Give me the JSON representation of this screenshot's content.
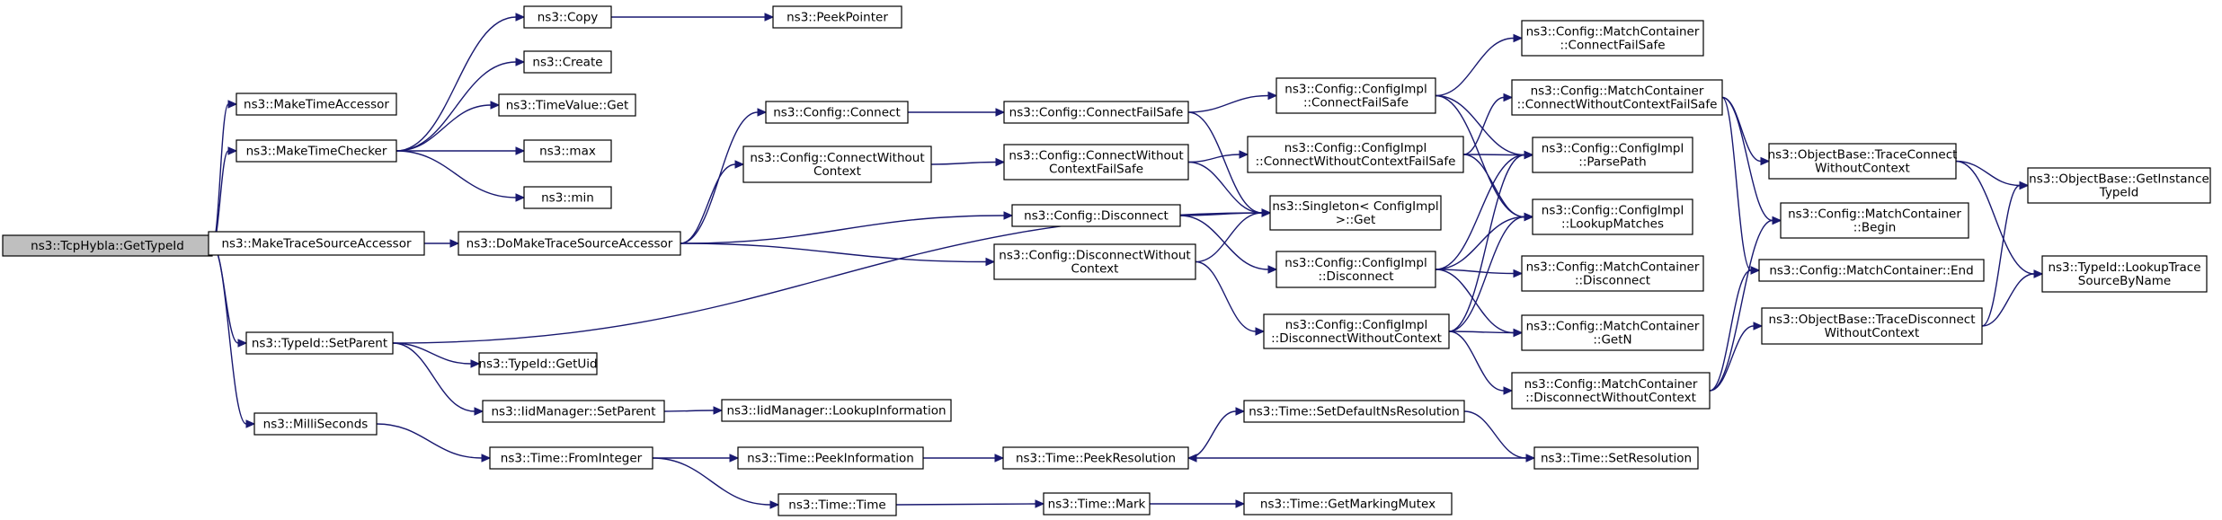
{
  "colors": {
    "edge": "#191970",
    "root_fill": "#bfbfbf",
    "node_fill": "#ffffff",
    "node_border": "#000000"
  },
  "nodes": [
    {
      "id": "getTypeId",
      "label": "ns3::TcpHybla::GetTypeId",
      "root": true
    },
    {
      "id": "makeTimeAccessor",
      "label": "ns3::MakeTimeAccessor"
    },
    {
      "id": "makeTimeChecker",
      "label": "ns3::MakeTimeChecker"
    },
    {
      "id": "makeTraceSourceAccessor",
      "label": "ns3::MakeTraceSourceAccessor"
    },
    {
      "id": "typeIdSetParent",
      "label": "ns3::TypeId::SetParent"
    },
    {
      "id": "milliSeconds",
      "label": "ns3::MilliSeconds"
    },
    {
      "id": "copy",
      "label": "ns3::Copy"
    },
    {
      "id": "create",
      "label": "ns3::Create"
    },
    {
      "id": "timeValueGet",
      "label": "ns3::TimeValue::Get"
    },
    {
      "id": "max",
      "label": "ns3::max"
    },
    {
      "id": "min",
      "label": "ns3::min"
    },
    {
      "id": "peekPointer",
      "label": "ns3::PeekPointer"
    },
    {
      "id": "doMakeTraceSourceAccessor",
      "label": "ns3::DoMakeTraceSourceAccessor"
    },
    {
      "id": "configConnect",
      "label": "ns3::Config::Connect"
    },
    {
      "id": "configConnectWithoutContext",
      "label": [
        "ns3::Config::ConnectWithout",
        "Context"
      ]
    },
    {
      "id": "configDisconnect",
      "label": "ns3::Config::Disconnect"
    },
    {
      "id": "configDisconnectWithoutContext",
      "label": [
        "ns3::Config::DisconnectWithout",
        "Context"
      ]
    },
    {
      "id": "configConnectFailSafe",
      "label": "ns3::Config::ConnectFailSafe"
    },
    {
      "id": "configConnectWithoutContextFailSafe",
      "label": [
        "ns3::Config::ConnectWithout",
        "ContextFailSafe"
      ]
    },
    {
      "id": "implConnectFailSafe",
      "label": [
        "ns3::Config::ConfigImpl",
        "::ConnectFailSafe"
      ]
    },
    {
      "id": "implConnectWithoutContextFailSafe",
      "label": [
        "ns3::Config::ConfigImpl",
        "::ConnectWithoutContextFailSafe"
      ]
    },
    {
      "id": "singletonGet",
      "label": [
        "ns3::Singleton< ConfigImpl",
        ">::Get"
      ]
    },
    {
      "id": "implDisconnect",
      "label": [
        "ns3::Config::ConfigImpl",
        "::Disconnect"
      ]
    },
    {
      "id": "implDisconnectWithoutContext",
      "label": [
        "ns3::Config::ConfigImpl",
        "::DisconnectWithoutContext"
      ]
    },
    {
      "id": "mcConnectFailSafe",
      "label": [
        "ns3::Config::MatchContainer",
        "::ConnectFailSafe"
      ]
    },
    {
      "id": "mcConnectWithoutContextFailSafe",
      "label": [
        "ns3::Config::MatchContainer",
        "::ConnectWithoutContextFailSafe"
      ]
    },
    {
      "id": "implParsePath",
      "label": [
        "ns3::Config::ConfigImpl",
        "::ParsePath"
      ]
    },
    {
      "id": "implLookupMatches",
      "label": [
        "ns3::Config::ConfigImpl",
        "::LookupMatches"
      ]
    },
    {
      "id": "mcDisconnect",
      "label": [
        "ns3::Config::MatchContainer",
        "::Disconnect"
      ]
    },
    {
      "id": "mcGetN",
      "label": [
        "ns3::Config::MatchContainer",
        "::GetN"
      ]
    },
    {
      "id": "mcDisconnectWithoutContext",
      "label": [
        "ns3::Config::MatchContainer",
        "::DisconnectWithoutContext"
      ]
    },
    {
      "id": "obTraceConnectWithoutContext",
      "label": [
        "ns3::ObjectBase::TraceConnect",
        "WithoutContext"
      ]
    },
    {
      "id": "mcBegin",
      "label": [
        "ns3::Config::MatchContainer",
        "::Begin"
      ]
    },
    {
      "id": "mcEnd",
      "label": "ns3::Config::MatchContainer::End"
    },
    {
      "id": "obTraceDisconnectWithoutContext",
      "label": [
        "ns3::ObjectBase::TraceDisconnect",
        "WithoutContext"
      ]
    },
    {
      "id": "obGetInstanceTypeId",
      "label": [
        "ns3::ObjectBase::GetInstance",
        "TypeId"
      ]
    },
    {
      "id": "typeIdLookupTraceSourceByName",
      "label": [
        "ns3::TypeId::LookupTrace",
        "SourceByName"
      ]
    },
    {
      "id": "typeIdGetUid",
      "label": "ns3::TypeId::GetUid"
    },
    {
      "id": "iidManagerSetParent",
      "label": "ns3::IidManager::SetParent"
    },
    {
      "id": "iidManagerLookupInformation",
      "label": "ns3::IidManager::LookupInformation"
    },
    {
      "id": "timeFromInteger",
      "label": "ns3::Time::FromInteger"
    },
    {
      "id": "timePeekInformation",
      "label": "ns3::Time::PeekInformation"
    },
    {
      "id": "timeTime",
      "label": "ns3::Time::Time"
    },
    {
      "id": "timePeekResolution",
      "label": "ns3::Time::PeekResolution"
    },
    {
      "id": "timeMark",
      "label": "ns3::Time::Mark"
    },
    {
      "id": "timeSetDefaultNsResolution",
      "label": "ns3::Time::SetDefaultNsResolution"
    },
    {
      "id": "timeSetResolution",
      "label": "ns3::Time::SetResolution"
    },
    {
      "id": "timeGetMarkingMutex",
      "label": "ns3::Time::GetMarkingMutex"
    }
  ],
  "edges": [
    [
      "getTypeId",
      "makeTimeAccessor"
    ],
    [
      "getTypeId",
      "makeTimeChecker"
    ],
    [
      "getTypeId",
      "makeTraceSourceAccessor"
    ],
    [
      "getTypeId",
      "typeIdSetParent"
    ],
    [
      "getTypeId",
      "milliSeconds"
    ],
    [
      "makeTimeChecker",
      "copy"
    ],
    [
      "makeTimeChecker",
      "create"
    ],
    [
      "makeTimeChecker",
      "timeValueGet"
    ],
    [
      "makeTimeChecker",
      "max"
    ],
    [
      "makeTimeChecker",
      "min"
    ],
    [
      "copy",
      "peekPointer"
    ],
    [
      "makeTraceSourceAccessor",
      "doMakeTraceSourceAccessor"
    ],
    [
      "doMakeTraceSourceAccessor",
      "configConnect"
    ],
    [
      "doMakeTraceSourceAccessor",
      "configConnectWithoutContext"
    ],
    [
      "doMakeTraceSourceAccessor",
      "configDisconnect"
    ],
    [
      "doMakeTraceSourceAccessor",
      "configDisconnectWithoutContext"
    ],
    [
      "configConnect",
      "configConnectFailSafe"
    ],
    [
      "configConnectWithoutContext",
      "configConnectWithoutContextFailSafe"
    ],
    [
      "configConnectFailSafe",
      "implConnectFailSafe"
    ],
    [
      "configConnectFailSafe",
      "singletonGet"
    ],
    [
      "configConnectWithoutContextFailSafe",
      "implConnectWithoutContextFailSafe"
    ],
    [
      "configConnectWithoutContextFailSafe",
      "singletonGet"
    ],
    [
      "configDisconnect",
      "singletonGet"
    ],
    [
      "configDisconnect",
      "implDisconnect"
    ],
    [
      "configDisconnectWithoutContext",
      "singletonGet"
    ],
    [
      "configDisconnectWithoutContext",
      "implDisconnectWithoutContext"
    ],
    [
      "implConnectFailSafe",
      "mcConnectFailSafe"
    ],
    [
      "implConnectFailSafe",
      "implParsePath"
    ],
    [
      "implConnectFailSafe",
      "implLookupMatches"
    ],
    [
      "implConnectWithoutContextFailSafe",
      "mcConnectWithoutContextFailSafe"
    ],
    [
      "implConnectWithoutContextFailSafe",
      "implParsePath"
    ],
    [
      "implConnectWithoutContextFailSafe",
      "implLookupMatches"
    ],
    [
      "implDisconnect",
      "implParsePath"
    ],
    [
      "implDisconnect",
      "implLookupMatches"
    ],
    [
      "implDisconnect",
      "mcDisconnect"
    ],
    [
      "implDisconnect",
      "mcGetN"
    ],
    [
      "implDisconnectWithoutContext",
      "implParsePath"
    ],
    [
      "implDisconnectWithoutContext",
      "implLookupMatches"
    ],
    [
      "implDisconnectWithoutContext",
      "mcGetN"
    ],
    [
      "implDisconnectWithoutContext",
      "mcDisconnectWithoutContext"
    ],
    [
      "mcConnectWithoutContextFailSafe",
      "obTraceConnectWithoutContext"
    ],
    [
      "mcConnectWithoutContextFailSafe",
      "mcBegin"
    ],
    [
      "mcConnectWithoutContextFailSafe",
      "mcEnd"
    ],
    [
      "mcDisconnectWithoutContext",
      "mcBegin"
    ],
    [
      "mcDisconnectWithoutContext",
      "mcEnd"
    ],
    [
      "mcDisconnectWithoutContext",
      "obTraceDisconnectWithoutContext"
    ],
    [
      "obTraceConnectWithoutContext",
      "obGetInstanceTypeId"
    ],
    [
      "obTraceConnectWithoutContext",
      "typeIdLookupTraceSourceByName"
    ],
    [
      "obTraceDisconnectWithoutContext",
      "obGetInstanceTypeId"
    ],
    [
      "obTraceDisconnectWithoutContext",
      "typeIdLookupTraceSourceByName"
    ],
    [
      "typeIdSetParent",
      "singletonGet"
    ],
    [
      "typeIdSetParent",
      "typeIdGetUid"
    ],
    [
      "typeIdSetParent",
      "iidManagerSetParent"
    ],
    [
      "iidManagerSetParent",
      "iidManagerLookupInformation"
    ],
    [
      "milliSeconds",
      "timeFromInteger"
    ],
    [
      "timeFromInteger",
      "timePeekInformation"
    ],
    [
      "timeFromInteger",
      "timeTime"
    ],
    [
      "timePeekInformation",
      "timePeekResolution"
    ],
    [
      "timeTime",
      "timeMark"
    ],
    [
      "timeMark",
      "timeGetMarkingMutex"
    ],
    [
      "timePeekResolution",
      "timeSetDefaultNsResolution"
    ],
    [
      "timeSetDefaultNsResolution",
      "timeSetResolution"
    ],
    [
      "timeSetResolution",
      "timePeekResolution"
    ]
  ]
}
